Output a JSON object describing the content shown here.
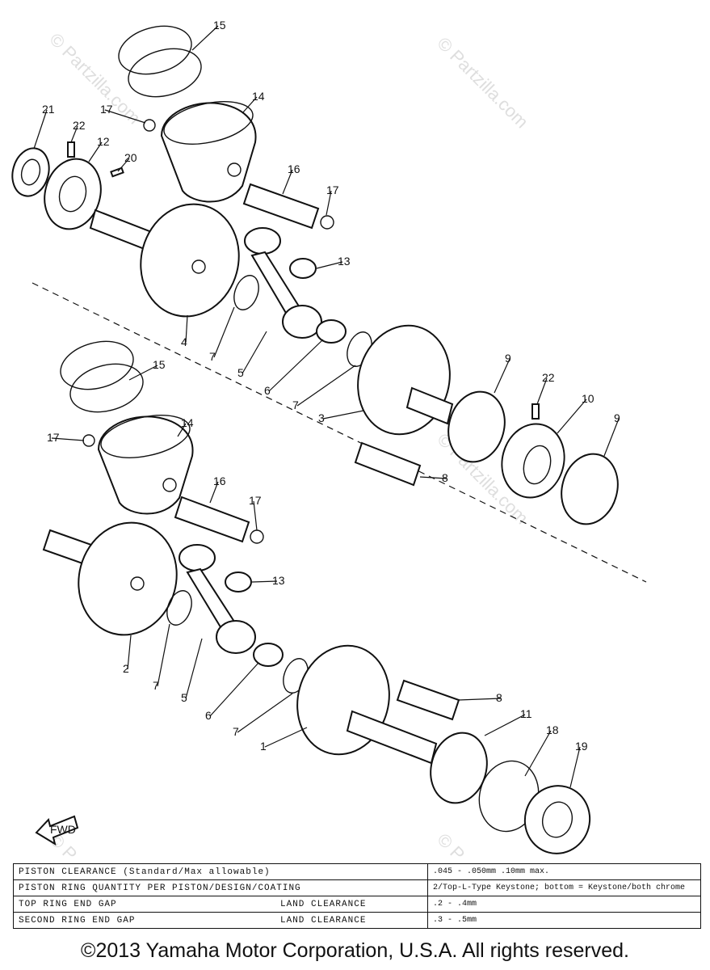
{
  "diagram": {
    "watermark": "© Partzilla.com",
    "fwd_label": "FWD",
    "callouts": [
      "15",
      "14",
      "17",
      "16",
      "17",
      "21",
      "22",
      "12",
      "20",
      "13",
      "4",
      "7",
      "5",
      "6",
      "7",
      "3",
      "9",
      "22",
      "10",
      "9",
      "8",
      "15",
      "14",
      "17",
      "16",
      "17",
      "13",
      "2",
      "7",
      "5",
      "6",
      "7",
      "1",
      "8",
      "11",
      "18",
      "19"
    ]
  },
  "spec_table": {
    "rows": [
      {
        "label": "PISTON CLEARANCE (Standard/Max allowable)",
        "sub": "",
        "value": ".045 - .050mm        .10mm max."
      },
      {
        "label": "PISTON RING QUANTITY PER PISTON/DESIGN/COATING",
        "sub": "",
        "value": "2/Top-L-Type Keystone; bottom = Keystone/both chrome"
      },
      {
        "label": "TOP RING END GAP",
        "sub": "LAND CLEARANCE",
        "value": ".2 - .4mm"
      },
      {
        "label": "SECOND RING END GAP",
        "sub": "LAND CLEARANCE",
        "value": ".3 - .5mm"
      }
    ]
  },
  "copyright": "©2013 Yamaha Motor Corporation, U.S.A. All rights reserved."
}
